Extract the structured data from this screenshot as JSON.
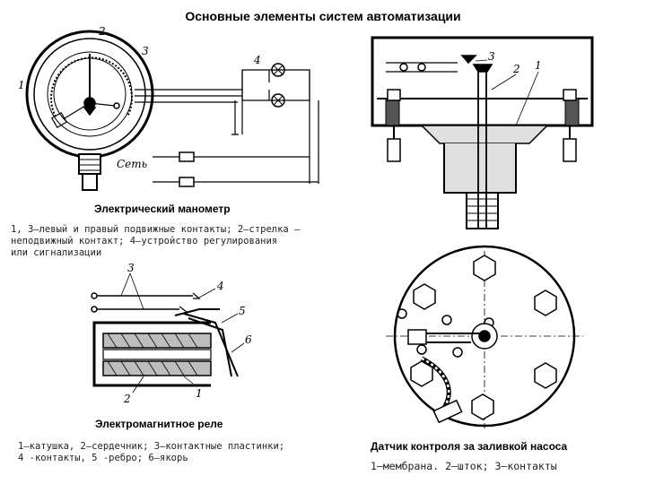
{
  "title": "Основные элементы систем автоматизации",
  "manometer": {
    "label": "Электрический манометр",
    "caption_lines": [
      "1, 3—левый и правый подвижные контакты; 2—стрелка —",
      "неподвижный контакт; 4—устройство регулирования",
      "или сигнализации"
    ],
    "callouts": [
      "1",
      "2",
      "3",
      "4"
    ],
    "network_label": "Сеть"
  },
  "relay": {
    "label": "Электромагнитное реле",
    "caption_lines": [
      "1—катушка, 2—сердечник; 3—контактные пластинки;",
      "4 -контакты, 5 -ребро; 6—якорь"
    ],
    "callouts": [
      "1",
      "2",
      "3",
      "4",
      "5",
      "6"
    ]
  },
  "sensor": {
    "label": "Датчик контроля за заливкой насоса",
    "caption": "1—мембрана. 2—шток; 3—контакты",
    "callouts": [
      "1",
      "2",
      "3"
    ]
  }
}
